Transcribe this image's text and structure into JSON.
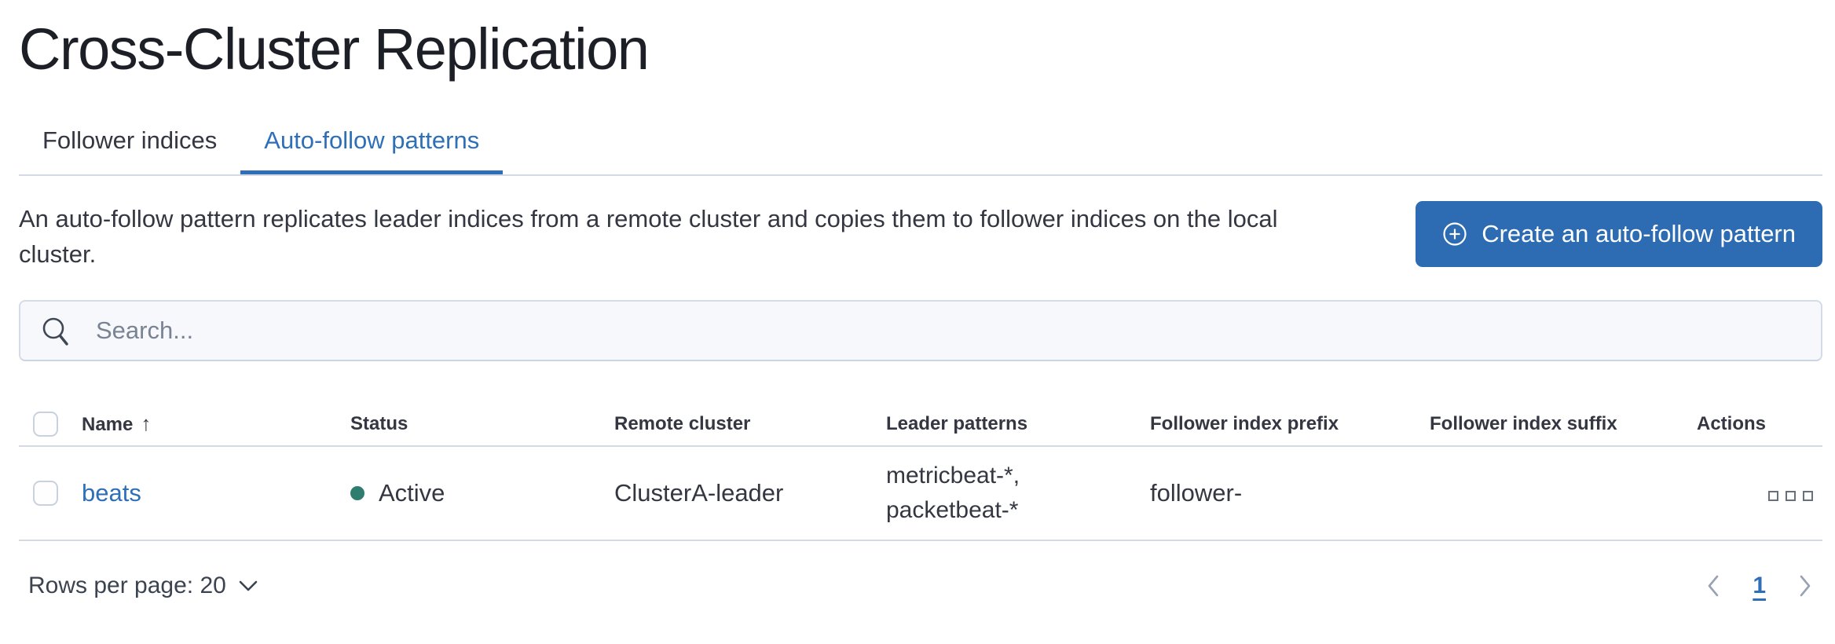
{
  "page": {
    "title": "Cross-Cluster Replication"
  },
  "tabs": [
    {
      "label": "Follower indices",
      "selected": false
    },
    {
      "label": "Auto-follow patterns",
      "selected": true
    }
  ],
  "description": "An auto-follow pattern replicates leader indices from a remote cluster and copies them to follower indices on the local cluster.",
  "create_button": {
    "label": "Create an auto-follow pattern",
    "icon": "plus-in-circle-icon"
  },
  "search": {
    "placeholder": "Search...",
    "value": "",
    "icon": "search-icon"
  },
  "table": {
    "columns": [
      "Name",
      "Status",
      "Remote cluster",
      "Leader patterns",
      "Follower index prefix",
      "Follower index suffix",
      "Actions"
    ],
    "sort": {
      "column": "Name",
      "direction": "ascending",
      "arrow_glyph": "↑"
    },
    "rows": [
      {
        "name": "beats",
        "status": "Active",
        "remote_cluster": "ClusterA-leader",
        "leader_patterns": [
          "metricbeat-*,",
          "packetbeat-*"
        ],
        "follower_index_prefix": "follower-",
        "follower_index_suffix": ""
      }
    ]
  },
  "pagination": {
    "rows_per_page_label": "Rows per page: 20",
    "current_page": "1"
  },
  "colors": {
    "primary": "#2d6cb2",
    "link": "#2e6fb8",
    "text": "#343741",
    "border": "#d3dae6",
    "success": "#2e7d6f",
    "muted": "#69707d",
    "disabled": "#98a2b3"
  }
}
